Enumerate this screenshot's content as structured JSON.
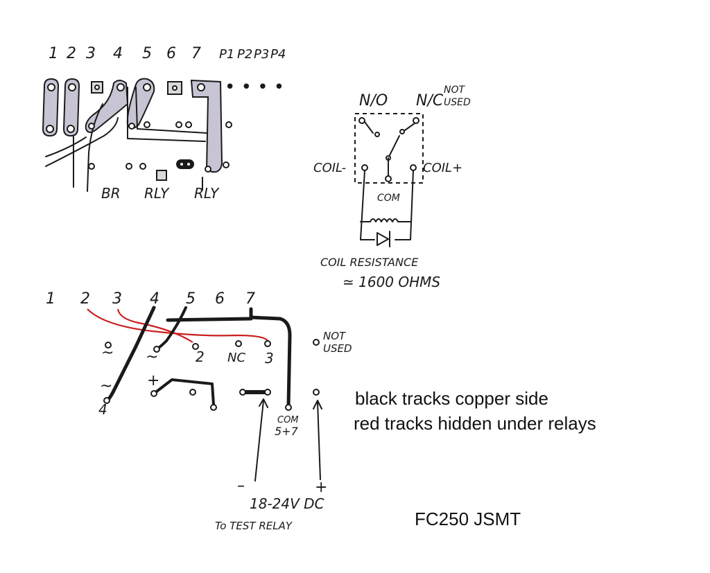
{
  "pcb_top": {
    "pin_labels": [
      "1",
      "2",
      "3",
      "4",
      "5",
      "6",
      "7",
      "P1",
      "P2",
      "P3",
      "P4"
    ],
    "continuation": "• • • •",
    "component_labels": [
      "BR",
      "RLY",
      "RLY"
    ]
  },
  "relay": {
    "no_label": "N/O",
    "nc_label": "N/C",
    "not_used_line1": "NOT",
    "not_used_line2": "USED",
    "coil_minus": "COIL-",
    "coil_plus": "COIL+",
    "com_label": "COM",
    "coil_resistance_line1": "COIL RESISTANCE",
    "coil_resistance_line2": "≃ 1600 OHMS"
  },
  "wiring": {
    "pin_labels": [
      "1",
      "2",
      "3",
      "4",
      "5",
      "6",
      "7"
    ],
    "pad_labels": {
      "tilde_top": "~",
      "two": "2",
      "nc": "NC",
      "three": "3",
      "not_used_line1": "NOT",
      "not_used_line2": "USED",
      "tilde_bottom": "~",
      "four": "4",
      "plus": "+",
      "com_line1": "COM",
      "com_line2": "5+7"
    },
    "supply_minus": "–",
    "supply_plus": "+",
    "supply_line1": "18-24V DC",
    "supply_line2": "To TEST RELAY"
  },
  "notes": {
    "line1": "black tracks copper side",
    "line2": "red tracks hidden under relays"
  },
  "footer": "FC250 JSMT",
  "colors": {
    "ink": "#1a1a1a",
    "red_track": "#c8201e",
    "shading": "#c8c4d4"
  }
}
